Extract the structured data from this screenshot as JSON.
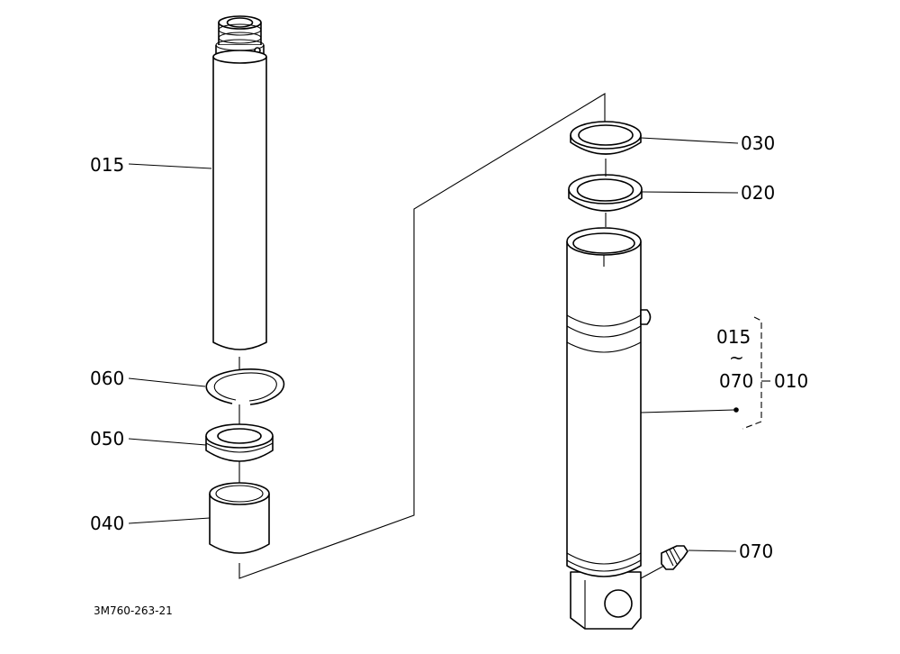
{
  "callouts": {
    "p015": "015",
    "p060": "060",
    "p050": "050",
    "p040": "040",
    "p030": "030",
    "p020": "020",
    "p070": "070",
    "range_from": "015",
    "range_tilde": "~",
    "range_to": "070",
    "assembly": "010"
  },
  "document_id": "3M760-263-21"
}
